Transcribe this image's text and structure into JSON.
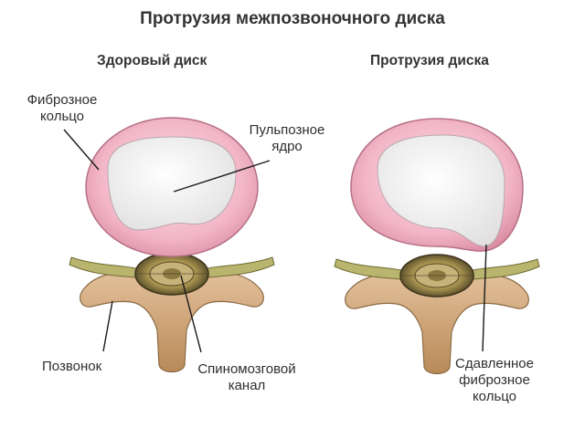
{
  "title": "Протрузия межпозвоночного диска",
  "panels": {
    "healthy": {
      "heading": "Здоровый диск"
    },
    "protrusion": {
      "heading": "Протрузия диска"
    }
  },
  "labels": {
    "annulus": [
      "Фиброзное",
      "кольцо"
    ],
    "nucleus": [
      "Пульпозное",
      "ядро"
    ],
    "vertebra": "Позвонок",
    "canal": [
      "Спиномозговой",
      "канал"
    ],
    "compressed": [
      "Сдавленное",
      "фиброзное",
      "кольцо"
    ]
  },
  "colors": {
    "annulus": "#f0b3c4",
    "nucleus": "#efefef",
    "bone": "#caa070",
    "nerve": "#a8a660",
    "line": "#1a1a1a"
  }
}
